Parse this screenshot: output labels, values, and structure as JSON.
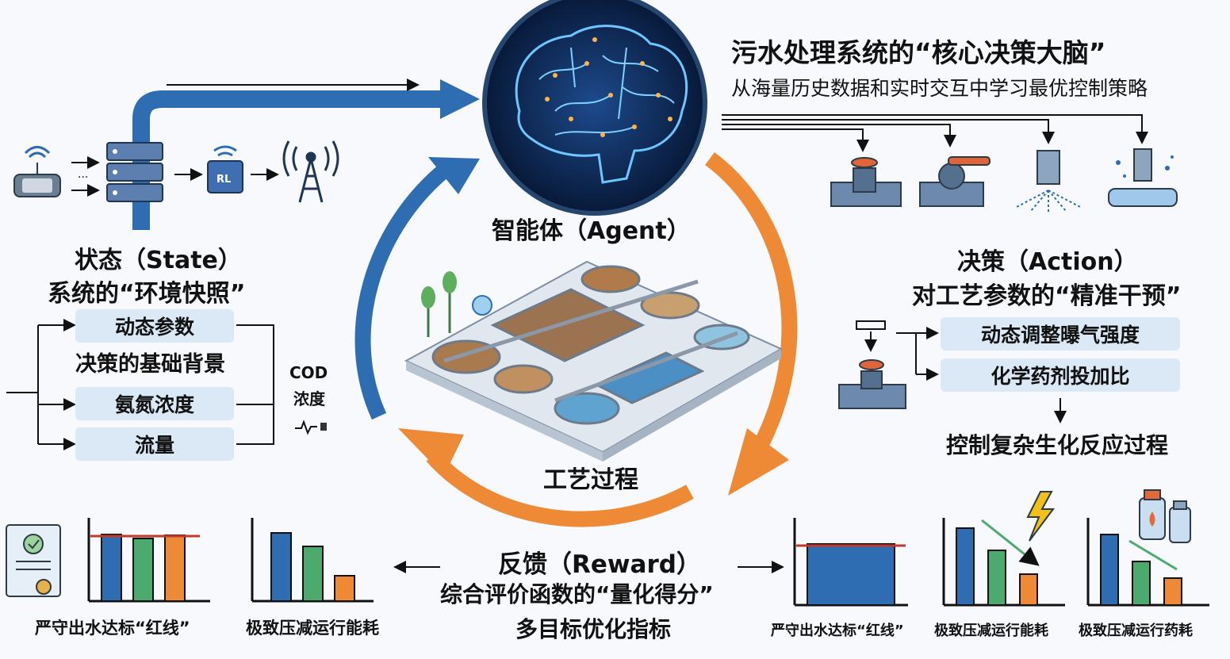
{
  "header": {
    "title": "污水处理系统的“核心决策大脑”",
    "subtitle": "从海量历史数据和实时交互中学习最优控制策略"
  },
  "agent": {
    "label": "智能体（Agent）"
  },
  "process": {
    "label": "工艺过程"
  },
  "state": {
    "title": "状态（State）",
    "subtitle": "系统的“环境快照”",
    "items": [
      "动态参数",
      "氨氮浓度",
      "流量"
    ],
    "note": "决策的基础背景",
    "cod_label": "COD",
    "cod_sub": "浓度",
    "device_label": "RL"
  },
  "action": {
    "title": "决策（Action）",
    "subtitle": "对工艺参数的“精准干预”",
    "items": [
      "动态调整曝气强度",
      "化学药剂投加比"
    ],
    "result": "控制复杂生化反应过程"
  },
  "reward": {
    "title": "反馈（Reward）",
    "subtitle": "综合评价函数的“量化得分”",
    "note": "多目标优化指标",
    "left_labels": [
      "严守出水达标“红线”",
      "极致压减运行能耗"
    ],
    "right_labels": [
      "严守出水达标“红线”",
      "极致压减运行能耗",
      "极致压减运行药耗"
    ]
  },
  "colors": {
    "blue": "#2f6db3",
    "orange": "#ee8a35",
    "green": "#4daa6e",
    "redline": "#c0392b",
    "box": "#dbe9f7",
    "brain": "#0d2147"
  },
  "icons": [
    "sensor-icon",
    "server-icon",
    "rl-chip-icon",
    "antenna-icon",
    "brain-icon",
    "valve-icon",
    "ball-valve-icon",
    "sprinkler-icon",
    "aerator-icon",
    "certificate-icon",
    "lightning-icon",
    "chemical-bottle-icon"
  ]
}
